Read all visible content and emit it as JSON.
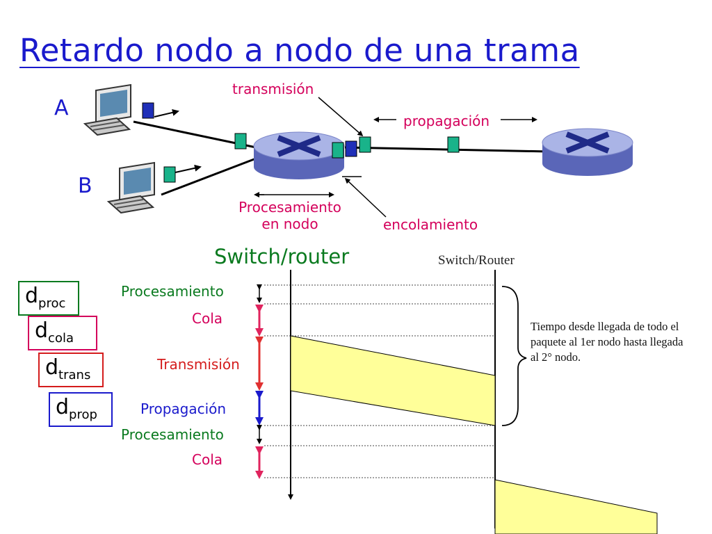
{
  "title": "Retardo nodo a nodo de una trama",
  "network": {
    "host_a": "A",
    "host_b": "B",
    "transmision": "transmisión",
    "propagacion": "propagación",
    "procesamiento_line1": "Procesamiento",
    "procesamiento_line2": "en nodo",
    "encolamiento": "encolamiento",
    "switch_router": "Switch/router"
  },
  "timing": {
    "switch_router_right": "Switch/Router",
    "labels": {
      "procesamiento_1": "Procesamiento",
      "cola_1": "Cola",
      "transmision": "Transmisión",
      "propagacion": "Propagación",
      "procesamiento_2": "Procesamiento",
      "cola_2": "Cola"
    },
    "note": "Tiempo desde llegada de todo el paquete al 1er nodo hasta llegada al 2° nodo."
  },
  "delays": [
    {
      "d": "d",
      "sub": "proc",
      "color": "#0a7a1f"
    },
    {
      "d": "d",
      "sub": "cola",
      "color": "#d4005b"
    },
    {
      "d": "d",
      "sub": "trans",
      "color": "#d41c1c"
    },
    {
      "d": "d",
      "sub": "prop",
      "color": "#1a1acc"
    }
  ],
  "colors": {
    "title": "#1a1acc",
    "packet": "#19b38a",
    "packet_blue": "#1f2fb8",
    "band": "#ffff99",
    "router_top": "#aab4e6",
    "router_side": "#5a66b8"
  }
}
